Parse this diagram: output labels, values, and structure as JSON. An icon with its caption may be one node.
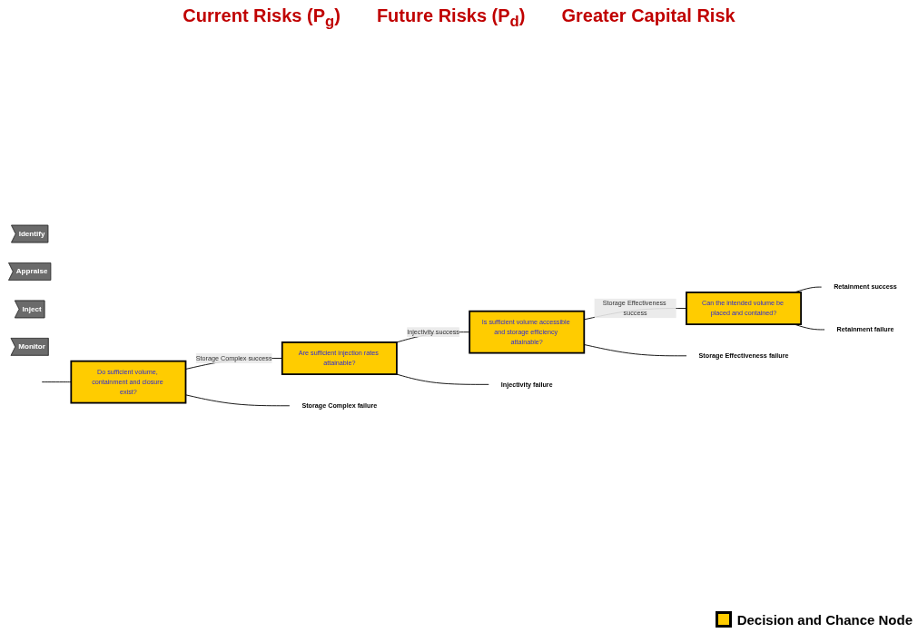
{
  "diagram": {
    "nodes": [
      {
        "text": [
          "Identify"
        ]
      },
      {
        "text": [
          "Appraise"
        ]
      },
      {
        "text": [
          "Inject"
        ]
      },
      {
        "text": [
          "Monitor"
        ]
      },
      {
        "text": [
          "Do sufficient volume, containment and closure exist?"
        ]
      },
      {
        "text": [
          "Are sufficient injection rates attainable?"
        ]
      },
      {
        "text": [
          "Is sufficient volume accessible and storage efficiency attainable?"
        ]
      },
      {
        "text": [
          "Can the intended volume be placed and contained?"
        ]
      },
      {
        "text": [
          "Storage Complex failure"
        ]
      },
      {
        "text": [
          "Injectivity failure"
        ]
      },
      {
        "text": [
          "Storage Effectiveness failure"
        ]
      },
      {
        "text": [
          "Retainment success"
        ]
      },
      {
        "text": [
          "Retainment failure"
        ]
      }
    ],
    "edges": [
      {
        "from": null,
        "to": 4,
        "arrow": "none"
      },
      {
        "from": 4,
        "to": 5,
        "arrow": "none",
        "label": "Storage Complex success"
      },
      {
        "from": 4,
        "to": 8,
        "arrow": "none"
      },
      {
        "from": 5,
        "to": 6,
        "arrow": "none",
        "label": "Injectivity success"
      },
      {
        "from": 5,
        "to": 9,
        "arrow": "none"
      },
      {
        "from": 6,
        "to": 7,
        "arrow": "none",
        "label": "Storage Effectiveness success"
      },
      {
        "from": 6,
        "to": 10,
        "arrow": "none"
      },
      {
        "from": 7,
        "to": 11,
        "arrow": "none"
      },
      {
        "from": 7,
        "to": 12,
        "arrow": "none"
      }
    ],
    "labels": [
      "Current Risks (P$_{g}$)",
      "Future Risks (P$_{d}$)",
      "Greater Capital Risk"
    ],
    "legend": [
      {
        "text": "Decision and Chance Node"
      }
    ]
  }
}
